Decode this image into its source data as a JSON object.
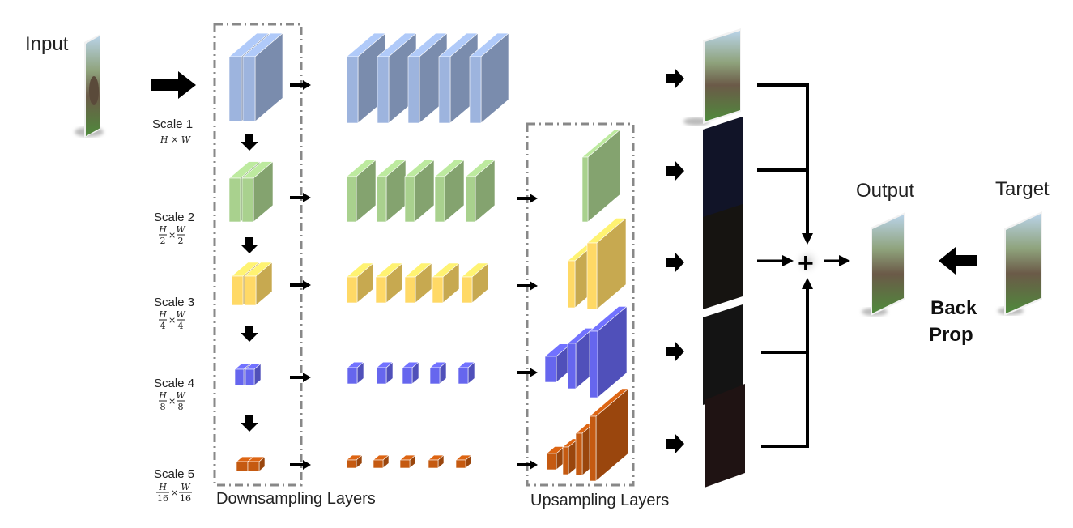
{
  "labels": {
    "input": "Input",
    "output": "Output",
    "target": "Target",
    "back_prop_1": "Back",
    "back_prop_2": "Prop",
    "downsampling": "Downsampling Layers",
    "upsampling": "Upsampling Layers"
  },
  "scales": [
    {
      "name": "Scale 1",
      "dim": "H × W"
    },
    {
      "name": "Scale 2",
      "num_h": "H",
      "den_h": "2",
      "num_w": "W",
      "den_w": "2"
    },
    {
      "name": "Scale 3",
      "num_h": "H",
      "den_h": "4",
      "num_w": "W",
      "den_w": "4"
    },
    {
      "name": "Scale 4",
      "num_h": "H",
      "den_h": "8",
      "num_w": "W",
      "den_w": "8"
    },
    {
      "name": "Scale 5",
      "num_h": "H",
      "den_h": "16",
      "num_w": "W",
      "den_w": "16"
    }
  ],
  "operators": {
    "plus": "+"
  },
  "colors": {
    "scale1": "#9db4de",
    "scale2": "#a9d18e",
    "scale3": "#ffd966",
    "scale4": "#6666ee",
    "scale5": "#c55a11"
  }
}
